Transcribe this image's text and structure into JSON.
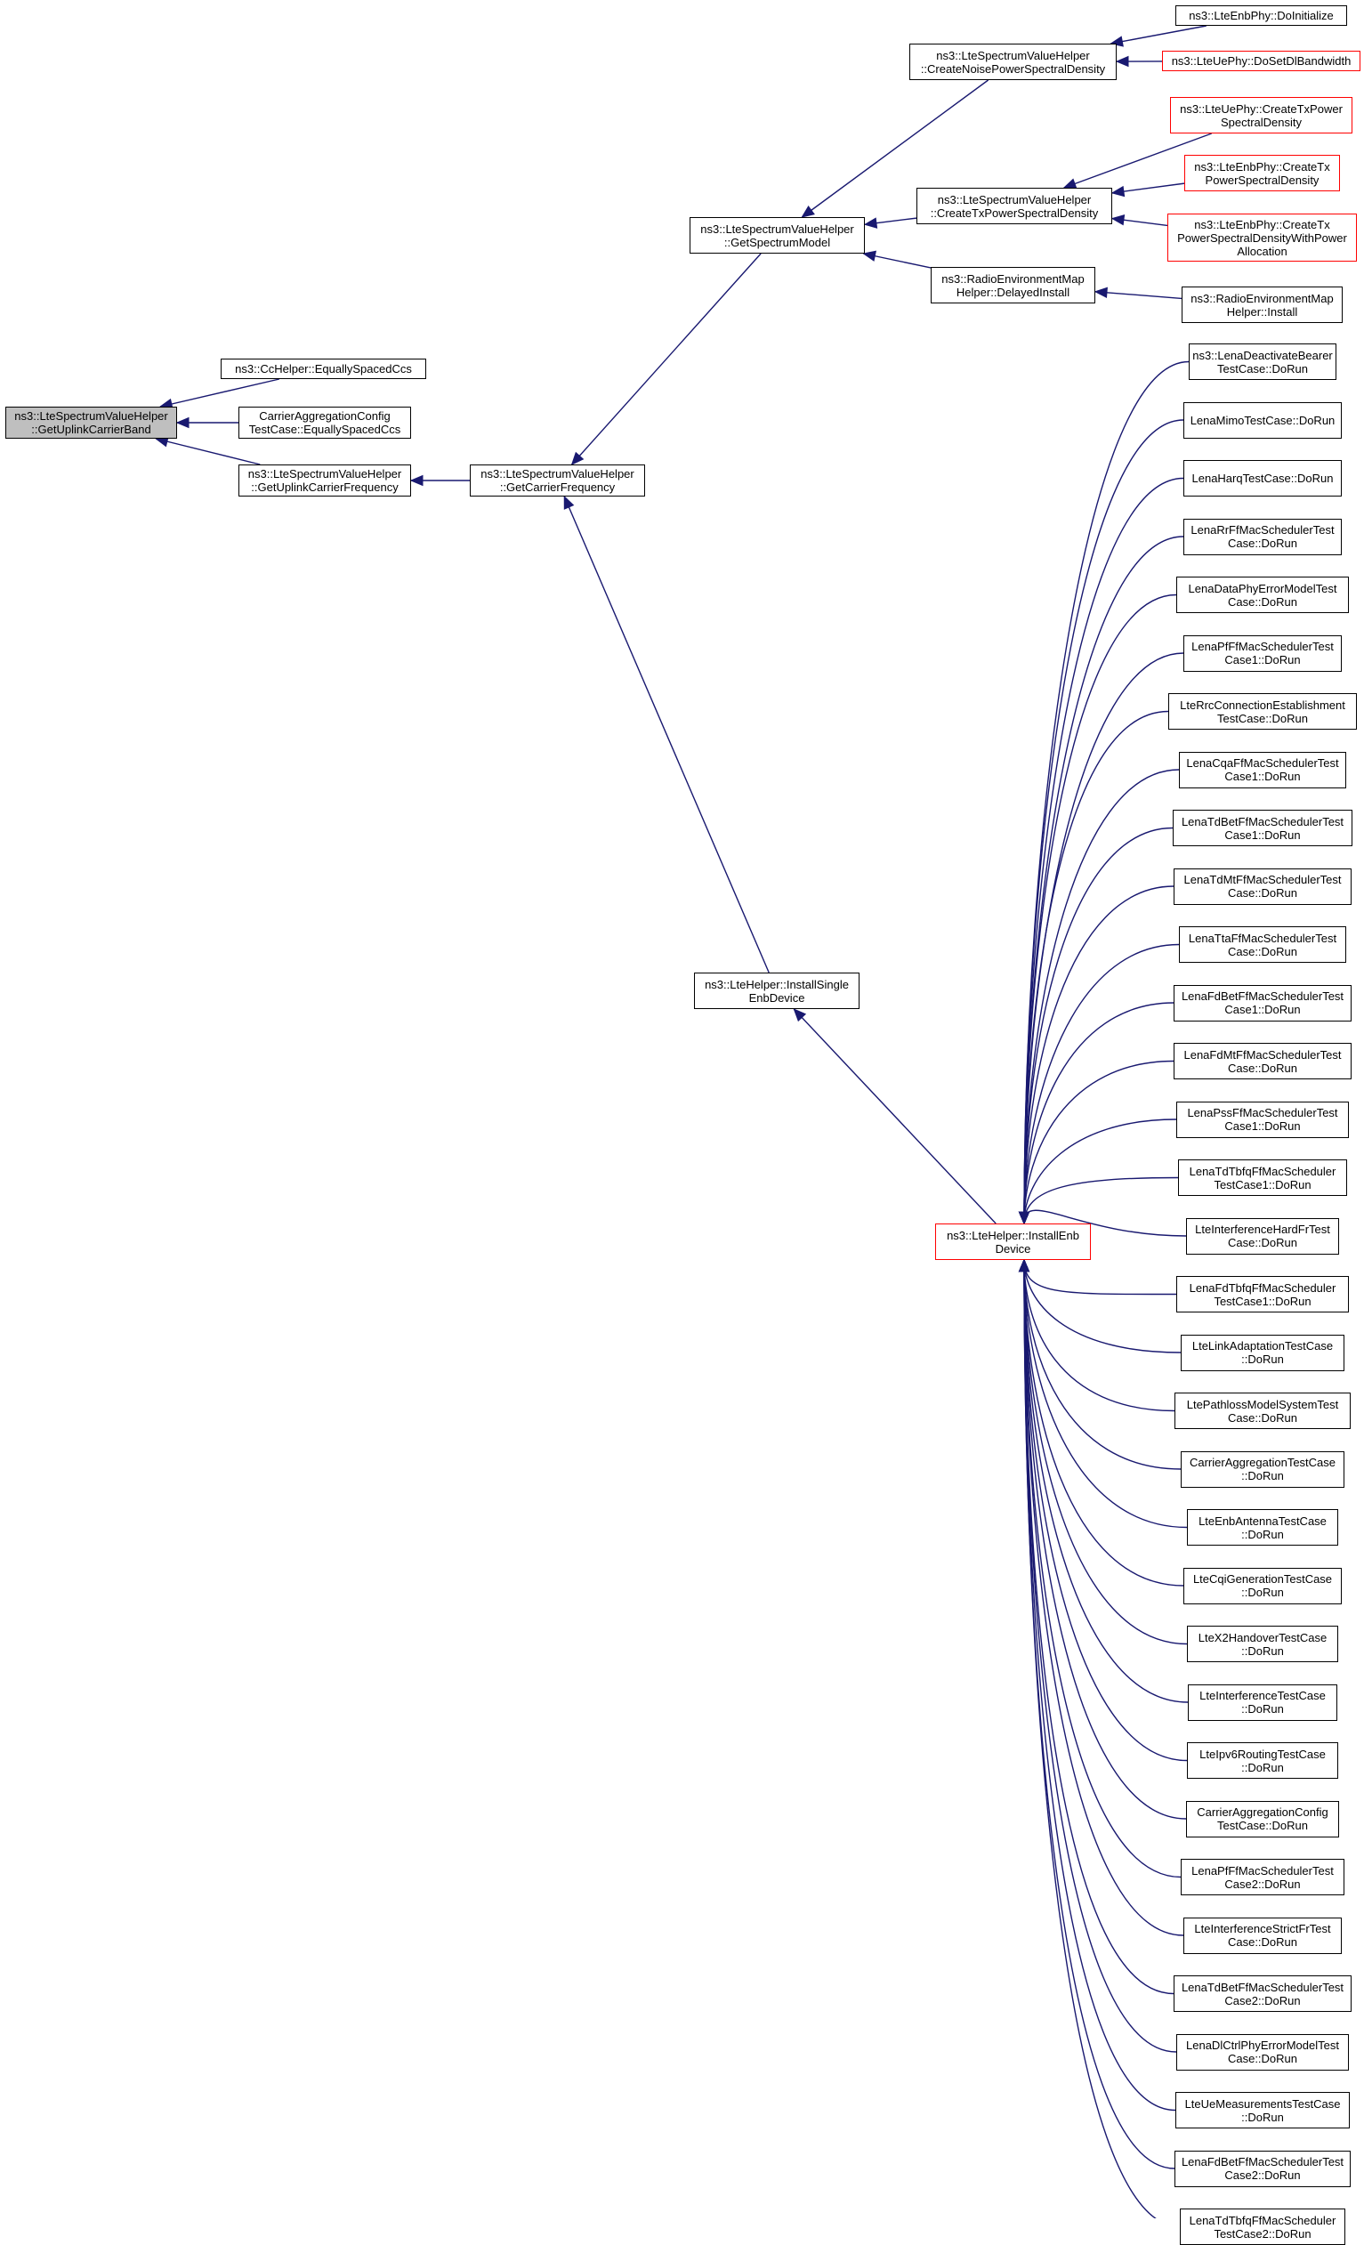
{
  "diagram": {
    "colors": {
      "edge": "#191970",
      "node_border": "#000000",
      "node_border_truncated": "#ff0000",
      "node_fill": "#ffffff",
      "root_fill": "#bfbfbf"
    },
    "nodes": [
      {
        "id": "root",
        "lines": [
          "ns3::LteSpectrumValueHelper",
          "::GetUplinkCarrierBand"
        ],
        "style": "root"
      },
      {
        "id": "cchelper_equally",
        "lines": [
          "ns3::CcHelper::EquallySpacedCcs"
        ],
        "style": "normal"
      },
      {
        "id": "caconfig_equally",
        "lines": [
          "CarrierAggregationConfig",
          "TestCase::EquallySpacedCcs"
        ],
        "style": "normal"
      },
      {
        "id": "get_uplink_freq",
        "lines": [
          "ns3::LteSpectrumValueHelper",
          "::GetUplinkCarrierFrequency"
        ],
        "style": "normal"
      },
      {
        "id": "get_carrier_freq",
        "lines": [
          "ns3::LteSpectrumValueHelper",
          "::GetCarrierFrequency"
        ],
        "style": "normal"
      },
      {
        "id": "get_spectrum_model",
        "lines": [
          "ns3::LteSpectrumValueHelper",
          "::GetSpectrumModel"
        ],
        "style": "normal"
      },
      {
        "id": "install_single_enb",
        "lines": [
          "ns3::LteHelper::InstallSingle",
          "EnbDevice"
        ],
        "style": "normal"
      },
      {
        "id": "create_noise",
        "lines": [
          "ns3::LteSpectrumValueHelper",
          "::CreateNoisePowerSpectralDensity"
        ],
        "style": "normal"
      },
      {
        "id": "create_tx",
        "lines": [
          "ns3::LteSpectrumValueHelper",
          "::CreateTxPowerSpectralDensity"
        ],
        "style": "normal"
      },
      {
        "id": "rem_delayed",
        "lines": [
          "ns3::RadioEnvironmentMap",
          "Helper::DelayedInstall"
        ],
        "style": "normal"
      },
      {
        "id": "enbphy_doinit",
        "lines": [
          "ns3::LteEnbPhy::DoInitialize"
        ],
        "style": "normal"
      },
      {
        "id": "uephy_dosetdl",
        "lines": [
          "ns3::LteUePhy::DoSetDlBandwidth"
        ],
        "style": "truncated"
      },
      {
        "id": "uephy_createtx",
        "lines": [
          "ns3::LteUePhy::CreateTxPower",
          "SpectralDensity"
        ],
        "style": "truncated"
      },
      {
        "id": "enbphy_createtx",
        "lines": [
          "ns3::LteEnbPhy::CreateTx",
          "PowerSpectralDensity"
        ],
        "style": "truncated"
      },
      {
        "id": "enbphy_createtx_alloc",
        "lines": [
          "ns3::LteEnbPhy::CreateTx",
          "PowerSpectralDensityWithPower",
          "Allocation"
        ],
        "style": "truncated"
      },
      {
        "id": "rem_install",
        "lines": [
          "ns3::RadioEnvironmentMap",
          "Helper::Install"
        ],
        "style": "normal"
      },
      {
        "id": "install_enb_device",
        "lines": [
          "ns3::LteHelper::InstallEnb",
          "Device"
        ],
        "style": "truncated"
      },
      {
        "id": "t01",
        "lines": [
          "ns3::LenaDeactivateBearer",
          "TestCase::DoRun"
        ],
        "style": "normal"
      },
      {
        "id": "t02",
        "lines": [
          "LenaMimoTestCase::DoRun"
        ],
        "style": "normal"
      },
      {
        "id": "t03",
        "lines": [
          "LenaHarqTestCase::DoRun"
        ],
        "style": "normal"
      },
      {
        "id": "t04",
        "lines": [
          "LenaRrFfMacSchedulerTest",
          "Case::DoRun"
        ],
        "style": "normal"
      },
      {
        "id": "t05",
        "lines": [
          "LenaDataPhyErrorModelTest",
          "Case::DoRun"
        ],
        "style": "normal"
      },
      {
        "id": "t06",
        "lines": [
          "LenaPfFfMacSchedulerTest",
          "Case1::DoRun"
        ],
        "style": "normal"
      },
      {
        "id": "t07",
        "lines": [
          "LteRrcConnectionEstablishment",
          "TestCase::DoRun"
        ],
        "style": "normal"
      },
      {
        "id": "t08",
        "lines": [
          "LenaCqaFfMacSchedulerTest",
          "Case1::DoRun"
        ],
        "style": "normal"
      },
      {
        "id": "t09",
        "lines": [
          "LenaTdBetFfMacSchedulerTest",
          "Case1::DoRun"
        ],
        "style": "normal"
      },
      {
        "id": "t10",
        "lines": [
          "LenaTdMtFfMacSchedulerTest",
          "Case::DoRun"
        ],
        "style": "normal"
      },
      {
        "id": "t11",
        "lines": [
          "LenaTtaFfMacSchedulerTest",
          "Case::DoRun"
        ],
        "style": "normal"
      },
      {
        "id": "t12",
        "lines": [
          "LenaFdBetFfMacSchedulerTest",
          "Case1::DoRun"
        ],
        "style": "normal"
      },
      {
        "id": "t13",
        "lines": [
          "LenaFdMtFfMacSchedulerTest",
          "Case::DoRun"
        ],
        "style": "normal"
      },
      {
        "id": "t14",
        "lines": [
          "LenaPssFfMacSchedulerTest",
          "Case1::DoRun"
        ],
        "style": "normal"
      },
      {
        "id": "t15",
        "lines": [
          "LenaTdTbfqFfMacScheduler",
          "TestCase1::DoRun"
        ],
        "style": "normal"
      },
      {
        "id": "t16",
        "lines": [
          "LteInterferenceHardFrTest",
          "Case::DoRun"
        ],
        "style": "normal"
      },
      {
        "id": "t17",
        "lines": [
          "LenaFdTbfqFfMacScheduler",
          "TestCase1::DoRun"
        ],
        "style": "normal"
      },
      {
        "id": "t18",
        "lines": [
          "LteLinkAdaptationTestCase",
          "::DoRun"
        ],
        "style": "normal"
      },
      {
        "id": "t19",
        "lines": [
          "LtePathlossModelSystemTest",
          "Case::DoRun"
        ],
        "style": "normal"
      },
      {
        "id": "t20",
        "lines": [
          "CarrierAggregationTestCase",
          "::DoRun"
        ],
        "style": "normal"
      },
      {
        "id": "t21",
        "lines": [
          "LteEnbAntennaTestCase",
          "::DoRun"
        ],
        "style": "normal"
      },
      {
        "id": "t22",
        "lines": [
          "LteCqiGenerationTestCase",
          "::DoRun"
        ],
        "style": "normal"
      },
      {
        "id": "t23",
        "lines": [
          "LteX2HandoverTestCase",
          "::DoRun"
        ],
        "style": "normal"
      },
      {
        "id": "t24",
        "lines": [
          "LteInterferenceTestCase",
          "::DoRun"
        ],
        "style": "normal"
      },
      {
        "id": "t25",
        "lines": [
          "LteIpv6RoutingTestCase",
          "::DoRun"
        ],
        "style": "normal"
      },
      {
        "id": "t26",
        "lines": [
          "CarrierAggregationConfig",
          "TestCase::DoRun"
        ],
        "style": "normal"
      },
      {
        "id": "t27",
        "lines": [
          "LenaPfFfMacSchedulerTest",
          "Case2::DoRun"
        ],
        "style": "normal"
      },
      {
        "id": "t28",
        "lines": [
          "LteInterferenceStrictFrTest",
          "Case::DoRun"
        ],
        "style": "normal"
      },
      {
        "id": "t29",
        "lines": [
          "LenaTdBetFfMacSchedulerTest",
          "Case2::DoRun"
        ],
        "style": "normal"
      },
      {
        "id": "t30",
        "lines": [
          "LenaDlCtrlPhyErrorModelTest",
          "Case::DoRun"
        ],
        "style": "normal"
      },
      {
        "id": "t31",
        "lines": [
          "LteUeMeasurementsTestCase",
          "::DoRun"
        ],
        "style": "normal"
      },
      {
        "id": "t32",
        "lines": [
          "LenaFdBetFfMacSchedulerTest",
          "Case2::DoRun"
        ],
        "style": "normal"
      },
      {
        "id": "t33",
        "lines": [
          "LenaTdTbfqFfMacScheduler",
          "TestCase2::DoRun"
        ],
        "style": "normal"
      }
    ],
    "edges": [
      {
        "from": "cchelper_equally",
        "to": "root"
      },
      {
        "from": "caconfig_equally",
        "to": "root"
      },
      {
        "from": "get_uplink_freq",
        "to": "root"
      },
      {
        "from": "get_carrier_freq",
        "to": "get_uplink_freq"
      },
      {
        "from": "get_spectrum_model",
        "to": "get_carrier_freq"
      },
      {
        "from": "install_single_enb",
        "to": "get_carrier_freq"
      },
      {
        "from": "create_noise",
        "to": "get_spectrum_model"
      },
      {
        "from": "create_tx",
        "to": "get_spectrum_model"
      },
      {
        "from": "rem_delayed",
        "to": "get_spectrum_model"
      },
      {
        "from": "enbphy_doinit",
        "to": "create_noise"
      },
      {
        "from": "uephy_dosetdl",
        "to": "create_noise"
      },
      {
        "from": "uephy_createtx",
        "to": "create_tx"
      },
      {
        "from": "enbphy_createtx",
        "to": "create_tx"
      },
      {
        "from": "enbphy_createtx_alloc",
        "to": "create_tx"
      },
      {
        "from": "rem_install",
        "to": "rem_delayed"
      },
      {
        "from": "install_enb_device",
        "to": "install_single_enb"
      },
      {
        "from": "t01",
        "to": "install_enb_device"
      },
      {
        "from": "t02",
        "to": "install_enb_device"
      },
      {
        "from": "t03",
        "to": "install_enb_device"
      },
      {
        "from": "t04",
        "to": "install_enb_device"
      },
      {
        "from": "t05",
        "to": "install_enb_device"
      },
      {
        "from": "t06",
        "to": "install_enb_device"
      },
      {
        "from": "t07",
        "to": "install_enb_device"
      },
      {
        "from": "t08",
        "to": "install_enb_device"
      },
      {
        "from": "t09",
        "to": "install_enb_device"
      },
      {
        "from": "t10",
        "to": "install_enb_device"
      },
      {
        "from": "t11",
        "to": "install_enb_device"
      },
      {
        "from": "t12",
        "to": "install_enb_device"
      },
      {
        "from": "t13",
        "to": "install_enb_device"
      },
      {
        "from": "t14",
        "to": "install_enb_device"
      },
      {
        "from": "t15",
        "to": "install_enb_device"
      },
      {
        "from": "t16",
        "to": "install_enb_device"
      },
      {
        "from": "t17",
        "to": "install_enb_device"
      },
      {
        "from": "t18",
        "to": "install_enb_device"
      },
      {
        "from": "t19",
        "to": "install_enb_device"
      },
      {
        "from": "t20",
        "to": "install_enb_device"
      },
      {
        "from": "t21",
        "to": "install_enb_device"
      },
      {
        "from": "t22",
        "to": "install_enb_device"
      },
      {
        "from": "t23",
        "to": "install_enb_device"
      },
      {
        "from": "t24",
        "to": "install_enb_device"
      },
      {
        "from": "t25",
        "to": "install_enb_device"
      },
      {
        "from": "t26",
        "to": "install_enb_device"
      },
      {
        "from": "t27",
        "to": "install_enb_device"
      },
      {
        "from": "t28",
        "to": "install_enb_device"
      },
      {
        "from": "t29",
        "to": "install_enb_device"
      },
      {
        "from": "t30",
        "to": "install_enb_device"
      },
      {
        "from": "t31",
        "to": "install_enb_device"
      },
      {
        "from": "t32",
        "to": "install_enb_device"
      },
      {
        "from": "t33",
        "to": "install_enb_device"
      }
    ]
  }
}
